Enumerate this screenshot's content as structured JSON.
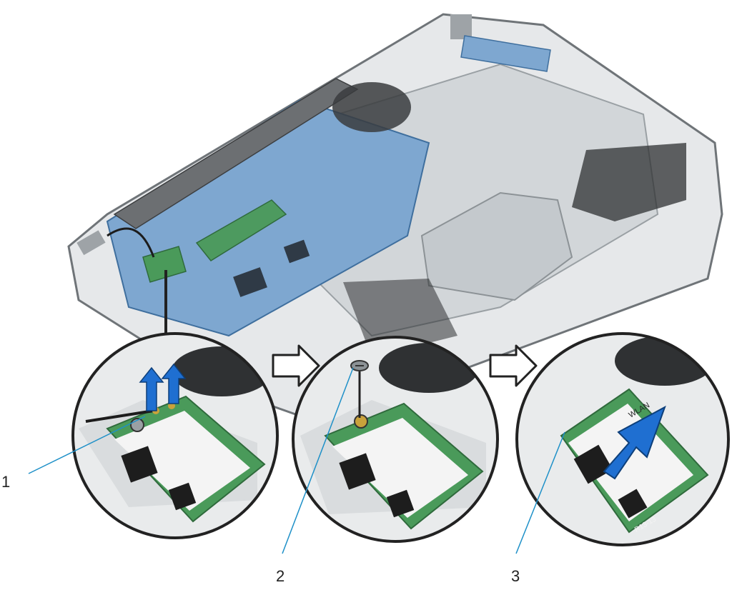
{
  "colors": {
    "chassis": "#cfd3d6",
    "chassis_dark": "#6f7478",
    "palmrest": "#b9bec2",
    "board": "#5e8fc0",
    "board_dark": "#3f6f9e",
    "card": "#4a9a5a",
    "label_white": "#f4f4f4",
    "arrow_blue": "#1f6fd1",
    "callout_line": "#1e90c8",
    "outline": "#222222"
  },
  "callouts": [
    {
      "number": "1"
    },
    {
      "number": "2"
    },
    {
      "number": "3"
    }
  ],
  "card_label": {
    "band": "WLAN",
    "board_code": "R13-13"
  },
  "icons": [
    "flow-arrow-icon",
    "lift-arrow-icon",
    "screw-icon",
    "remove-arrow-icon"
  ]
}
